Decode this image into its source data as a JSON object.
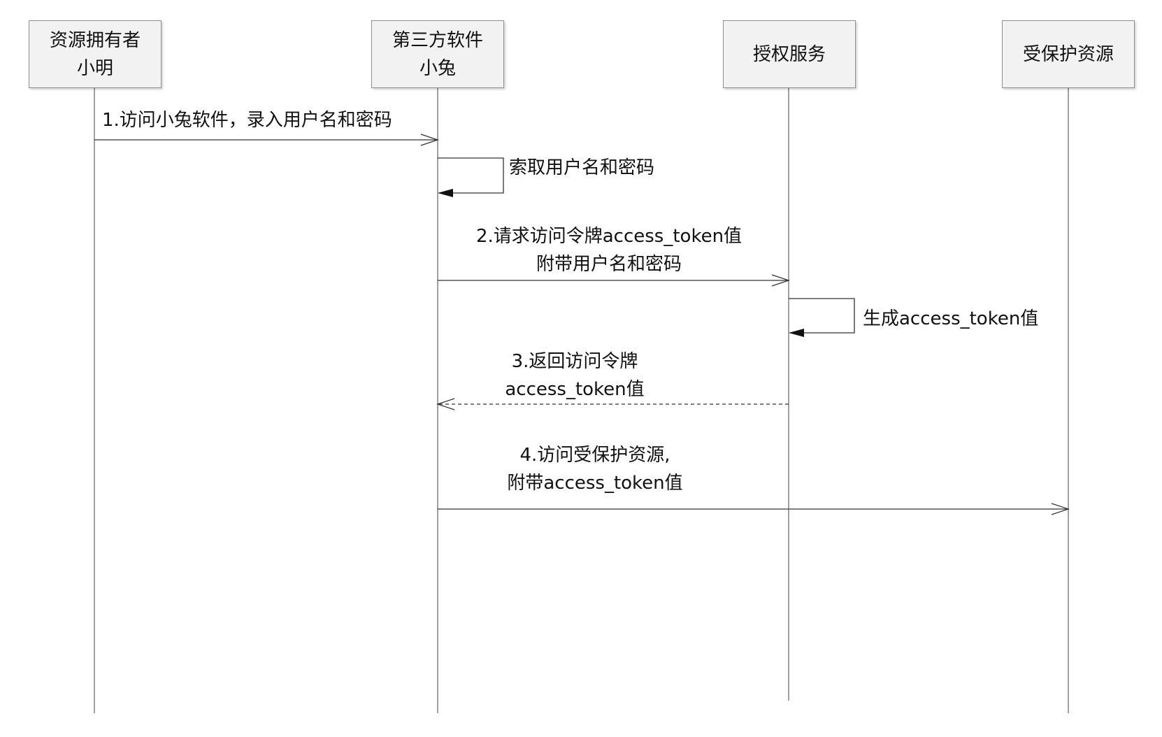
{
  "actors": [
    {
      "id": "owner",
      "lines": [
        "资源拥有者",
        "小明"
      ]
    },
    {
      "id": "client",
      "lines": [
        "第三方软件",
        "小兔"
      ]
    },
    {
      "id": "auth",
      "lines": [
        "授权服务"
      ]
    },
    {
      "id": "resource",
      "lines": [
        "受保护资源"
      ]
    }
  ],
  "messages": [
    {
      "id": "m1",
      "lines": [
        "1.访问小兔软件，录入用户名和密码"
      ]
    },
    {
      "id": "m2",
      "lines": [
        "索取用户名和密码"
      ]
    },
    {
      "id": "m3",
      "lines": [
        "2.请求访问令牌access_token值",
        "附带用户名和密码"
      ]
    },
    {
      "id": "m4",
      "lines": [
        "生成access_token值"
      ]
    },
    {
      "id": "m5",
      "lines": [
        "3.返回访问令牌",
        "access_token值"
      ]
    },
    {
      "id": "m6",
      "lines": [
        "4.访问受保护资源,",
        "附带access_token值"
      ]
    }
  ]
}
